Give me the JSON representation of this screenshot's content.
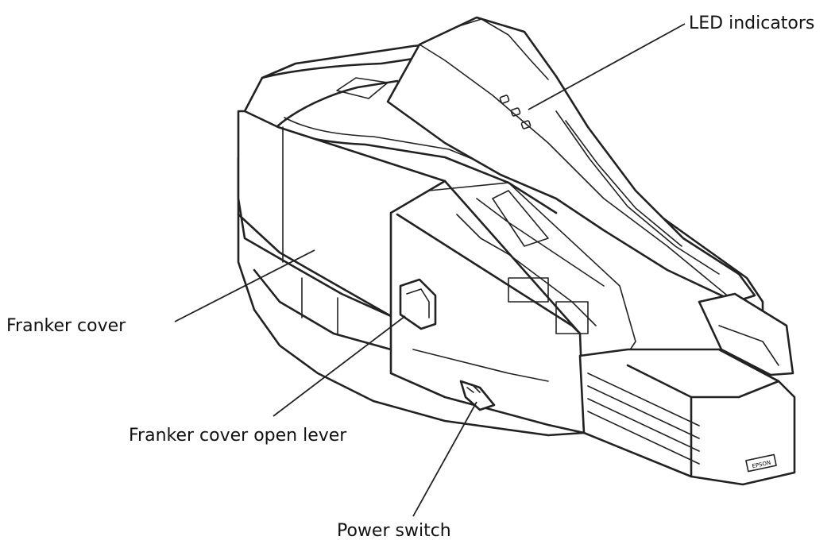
{
  "diagram": {
    "callouts": {
      "led_indicators": "LED indicators",
      "franker_cover": "Franker cover",
      "franker_cover_open_lever": "Franker cover open lever",
      "power_switch": "Power switch"
    },
    "brand_plate": "EPSON"
  }
}
